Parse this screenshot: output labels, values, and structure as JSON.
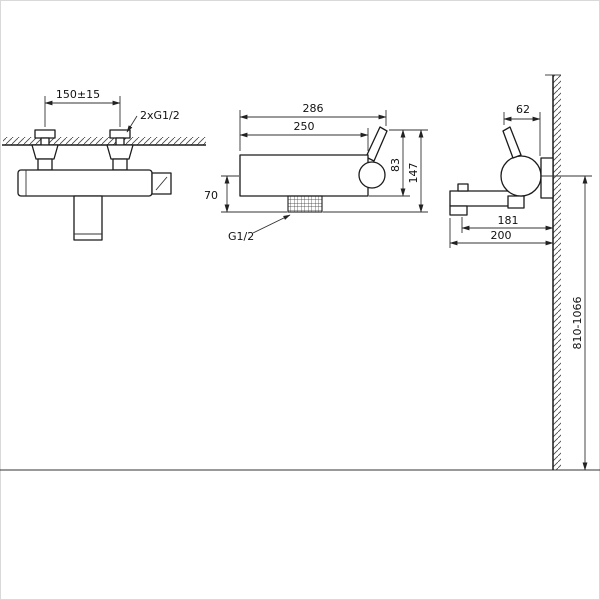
{
  "drawing": {
    "front_view": {
      "hole_spacing": "150±15",
      "connections": "2xG1/2"
    },
    "dimension_view": {
      "overall_width": "286",
      "body_width": "250",
      "upper_height": "83",
      "overall_height": "147",
      "lower_height": "70",
      "outlet_thread": "G1/2"
    },
    "side_view": {
      "lever_depth": "62",
      "spout_reach": "181",
      "overall_depth": "200",
      "mounting_height": "810-1066"
    }
  }
}
